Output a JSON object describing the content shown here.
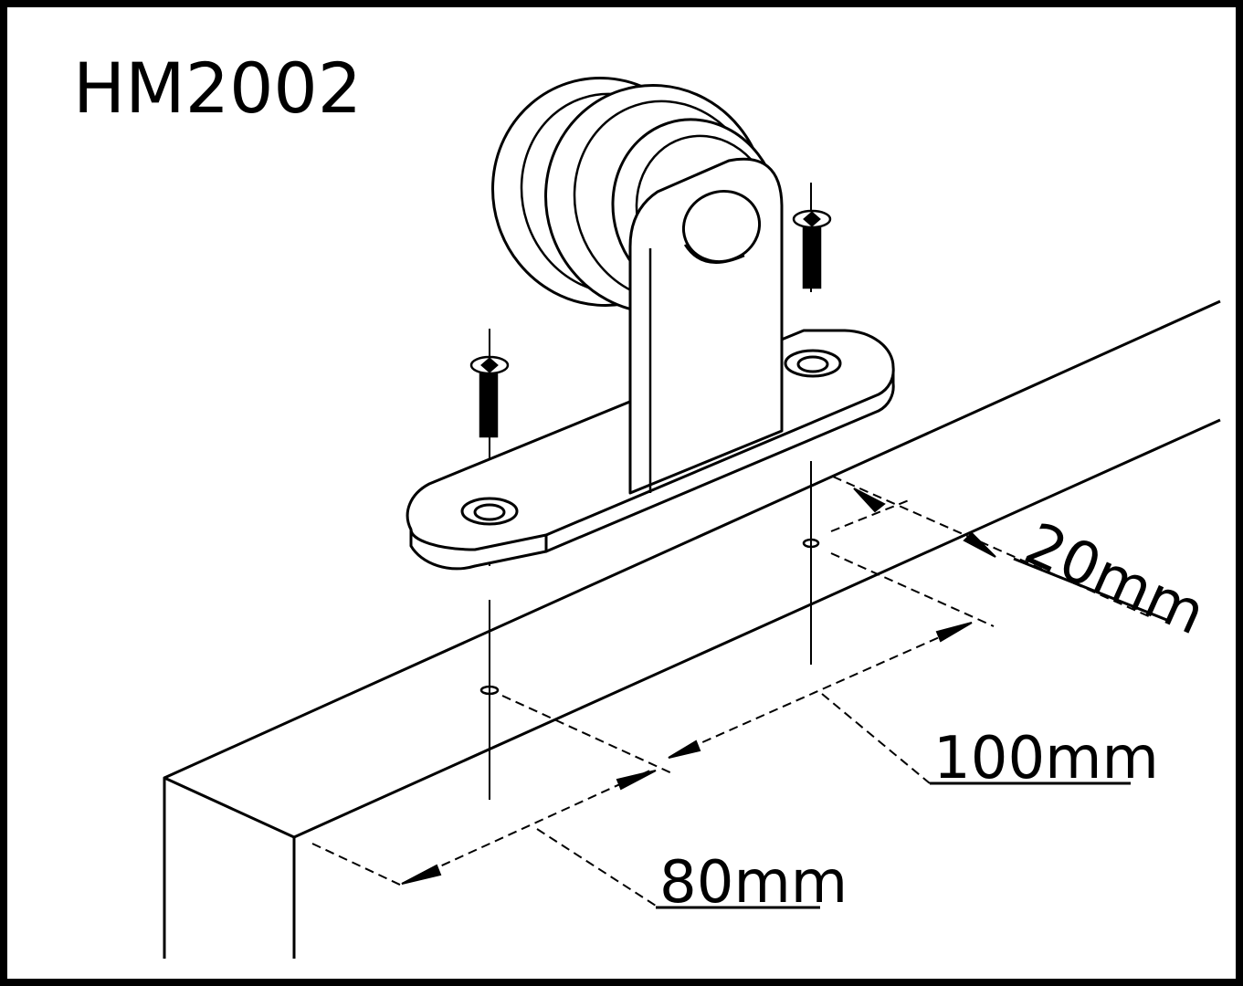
{
  "title": "HM2002",
  "dimensions": {
    "spacing_20": "20mm",
    "spacing_100": "100mm",
    "spacing_80": "80mm"
  },
  "colors": {
    "ink": "#000000",
    "paper": "#ffffff"
  }
}
